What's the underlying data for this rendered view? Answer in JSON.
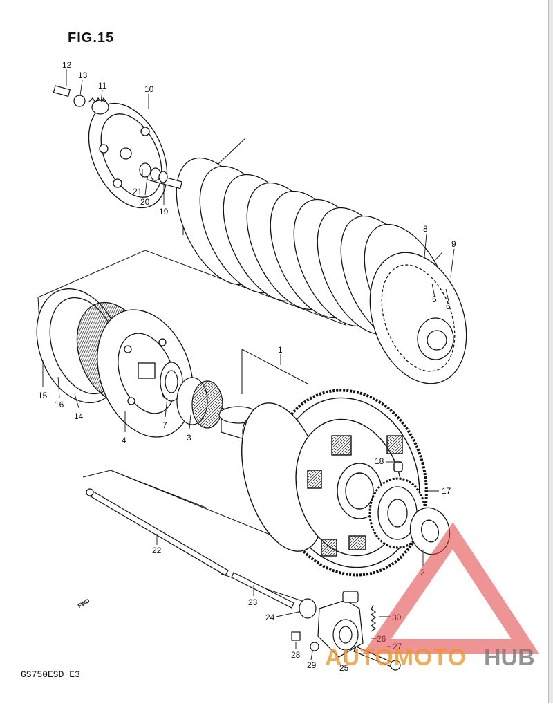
{
  "title": "FIG.15",
  "model_code": "GS750ESD E3",
  "fwd_label": "FWD",
  "watermark": {
    "part1": "AUTOMOTO",
    "part2": "HUB",
    "color_orange": "#ec9628",
    "color_red": "#e03c3c",
    "color_gray": "#787878"
  },
  "callouts": {
    "c1": "1",
    "c2": "2",
    "c3": "3",
    "c4": "4",
    "c5": "5",
    "c6": "6",
    "c7": "7",
    "c8": "8",
    "c9": "9",
    "c10": "10",
    "c11": "11",
    "c12": "12",
    "c13": "13",
    "c14": "14",
    "c15": "15",
    "c16": "16",
    "c17": "17",
    "c18": "18",
    "c19": "19",
    "c20": "20",
    "c21": "21",
    "c22": "22",
    "c23": "23",
    "c24": "24",
    "c25": "25",
    "c26": "26",
    "c27": "27",
    "c28": "28",
    "c29": "29",
    "c30": "30"
  }
}
